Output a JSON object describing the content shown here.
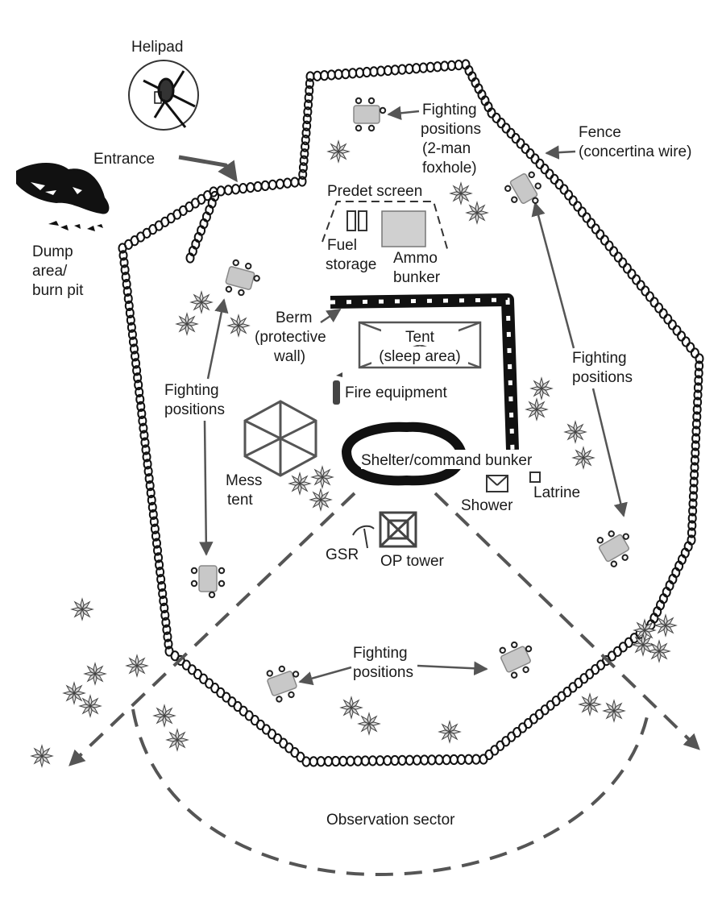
{
  "labels": {
    "helipad": "Helipad",
    "entrance": "Entrance",
    "dump_area": [
      "Dump",
      "area/",
      "burn pit"
    ],
    "fighting_positions_top": [
      "Fighting",
      "positions",
      "(2-man",
      "foxhole)"
    ],
    "fence": [
      "Fence",
      "(concertina wire)"
    ],
    "predet_screen": "Predet screen",
    "fuel_storage": [
      "Fuel",
      "storage"
    ],
    "ammo_bunker": [
      "Ammo",
      "bunker"
    ],
    "berm": [
      "Berm",
      "(protective",
      "wall)"
    ],
    "tent": [
      "Tent",
      "(sleep area)"
    ],
    "fighting_positions_left": [
      "Fighting",
      "positions"
    ],
    "fighting_positions_right": [
      "Fighting",
      "positions"
    ],
    "fire_equipment": "Fire equipment",
    "mess_tent": [
      "Mess",
      "tent"
    ],
    "shelter_bunker": "Shelter/command bunker",
    "shower": "Shower",
    "latrine": "Latrine",
    "gsr": "GSR",
    "op_tower": "OP tower",
    "fighting_positions_bottom": [
      "Fighting",
      "positions"
    ],
    "observation_sector": "Observation sector"
  },
  "colors": {
    "line": "#555555",
    "ink": "#111111",
    "position_fill": "#c8c8c8",
    "ammo_fill": "#d0d0d0"
  },
  "icons": [
    "helicopter-icon",
    "foxhole-icon",
    "shrub-icon",
    "fuel-drum-icon",
    "fire-extinguisher-icon",
    "hexagon-tent-icon",
    "shower-icon",
    "latrine-icon",
    "op-tower-icon",
    "radar-icon"
  ]
}
